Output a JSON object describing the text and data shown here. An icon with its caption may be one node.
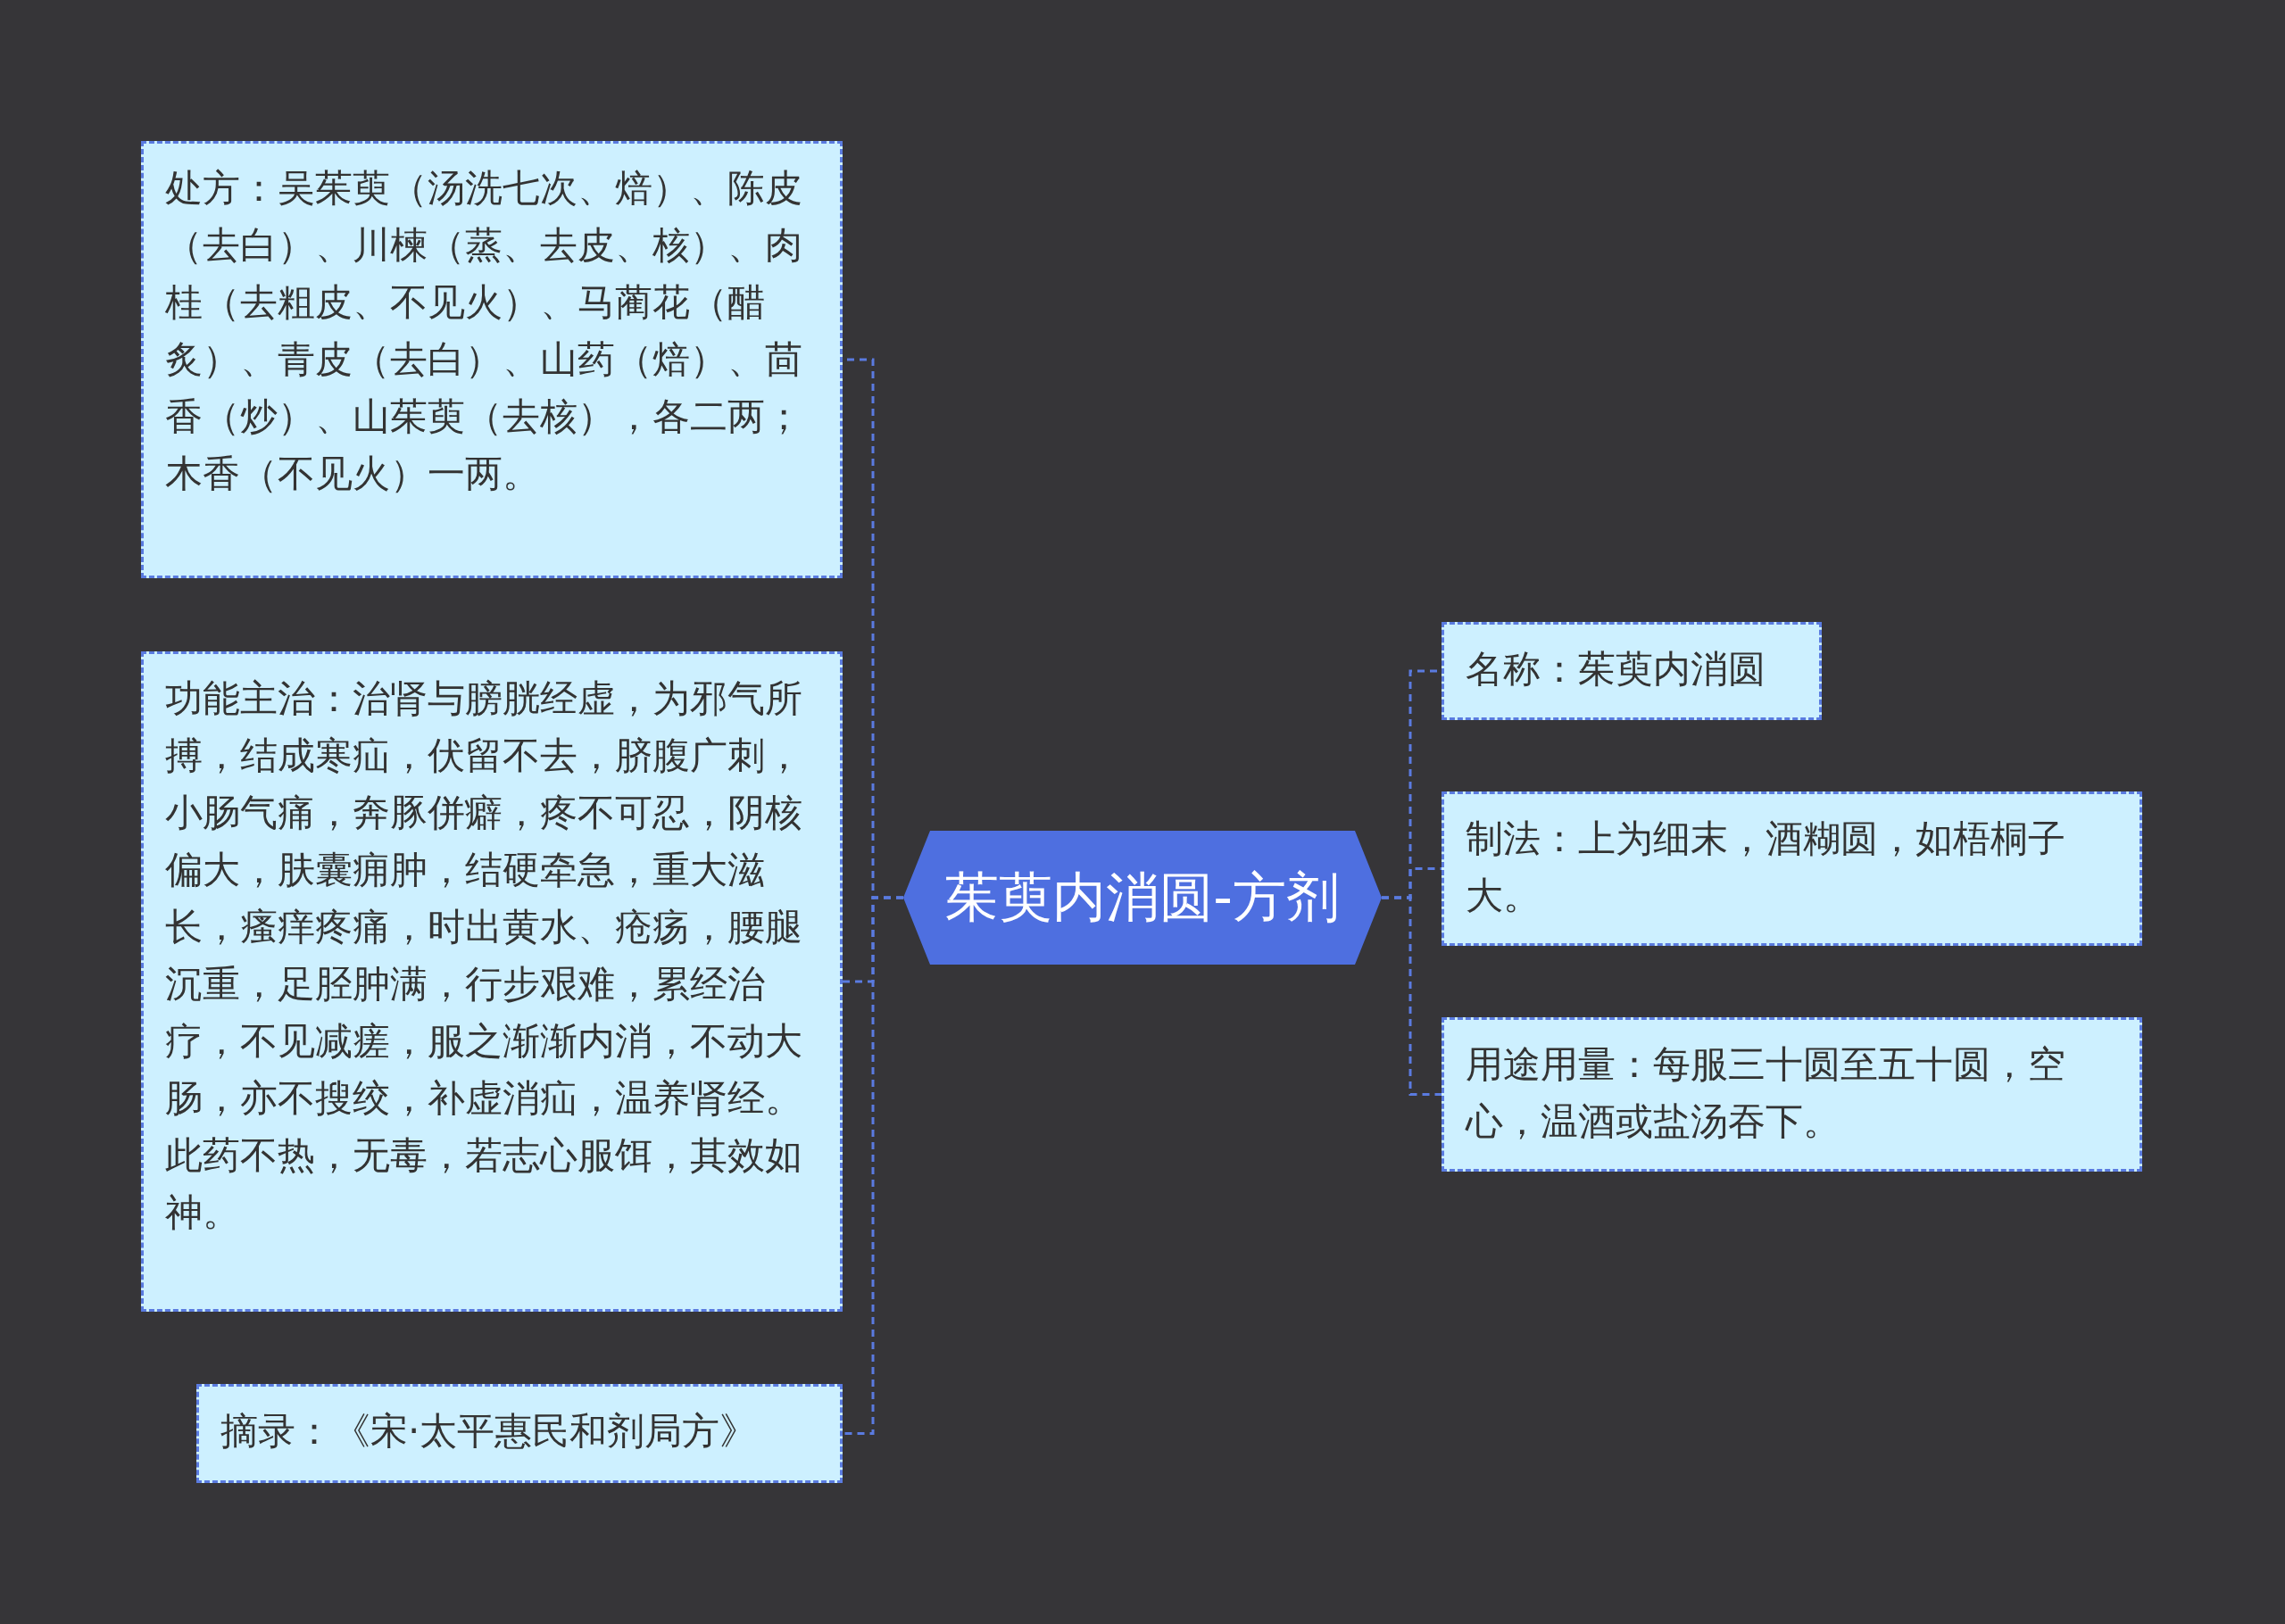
{
  "diagram": {
    "nodes": [
      {
        "text": [
          "茱萸内消圆-方剂"
        ]
      },
      {
        "text": [
          "处方：吴茱萸（汤洗七次、焙）、陈皮（去白）、川楝（蒸、去皮、核）、肉桂（去粗皮、不见火）、马蔺花（醋炙）、青皮（去白）、山药（焙）、茴香（炒）、山茱萸（去核），各二两；木香（不见火）一两。"
        ]
      },
      {
        "text": [
          "功能主治：治肾与膀胱经虚，为邪气所搏，结成寒疝，伏留不去，脐腹广刺，小肠气痛，奔豚併癖，疼不可忍，阴核偏大，肤囊痈肿，结硬牵急，重大滋长，瘙痒疼痛，时出黄水、疮疡，腰腿沉重，足胫肿满，行步艰难，累经治疗，不见减瘥，服之渐渐内消，不动大肠，亦不搜绞，补虚消疝，温养肾经。此药不热，无毒，若志心服饵，其效如神。"
        ]
      },
      {
        "text": [
          "摘录：《宋·太平惠民和剂局方》"
        ]
      },
      {
        "text": [
          "名称：茱萸内消圆"
        ]
      },
      {
        "text": [
          "制法：上为细末，酒糊圆，如梧桐子大。"
        ]
      },
      {
        "text": [
          "用途用量：每服三十圆至五十圆，空心，温酒或盐汤吞下。"
        ]
      }
    ],
    "edges": [
      {
        "from": 0,
        "to": 1,
        "arrow": "none",
        "style": "dashed"
      },
      {
        "from": 0,
        "to": 2,
        "arrow": "none",
        "style": "dashed"
      },
      {
        "from": 0,
        "to": 3,
        "arrow": "none",
        "style": "dashed"
      },
      {
        "from": 0,
        "to": 4,
        "arrow": "none",
        "style": "dashed"
      },
      {
        "from": 0,
        "to": 5,
        "arrow": "none",
        "style": "dashed"
      },
      {
        "from": 0,
        "to": 6,
        "arrow": "none",
        "style": "dashed"
      }
    ]
  }
}
